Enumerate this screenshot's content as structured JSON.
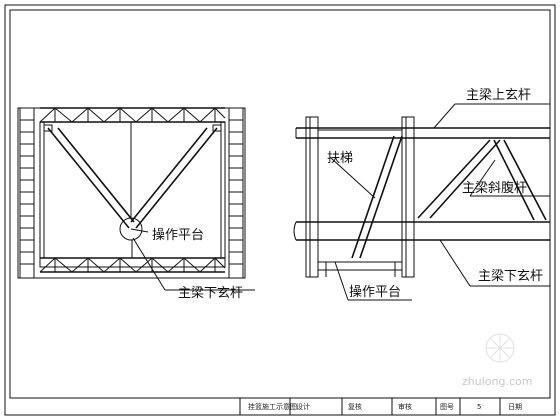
{
  "left_view": {
    "labels": {
      "platform": "操作平台",
      "lower_chord": "主梁下玄杆"
    }
  },
  "right_view": {
    "labels": {
      "upper_chord": "主梁上玄杆",
      "ladder": "扶梯",
      "diagonal_web": "主梁斜腹杆",
      "lower_chord": "主梁下玄杆",
      "platform": "操作平台"
    }
  },
  "title_block": {
    "drawing_name": "挂篮施工示意图",
    "design": "设计",
    "review": "复核",
    "check": "审核",
    "sheet_no": "图号",
    "sheet_value": "5",
    "date": "日期"
  },
  "watermark": "zhulong.com"
}
